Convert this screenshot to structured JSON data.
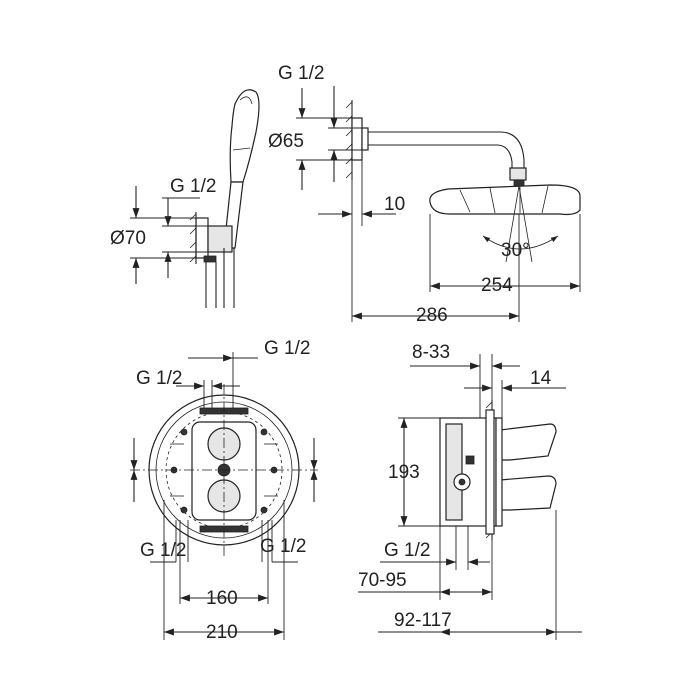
{
  "drawing": {
    "top_right": {
      "thread_label": "G 1/2",
      "diameter_label": "Ø65",
      "depth_label": "10",
      "angle_label": "30°",
      "head_width_label": "254",
      "arm_length_label": "286"
    },
    "top_left": {
      "thread_label": "G 1/2",
      "diameter_label": "Ø70"
    },
    "bottom_left": {
      "inlet_top_right_label": "G 1/2",
      "inlet_top_left_label": "G 1/2",
      "outlet_left_label": "G 1/2",
      "outlet_right_label": "G 1/2",
      "spacing_label": "160",
      "plate_width_label": "210"
    },
    "bottom_right": {
      "depth_range_label": "8-33",
      "front_label": "14",
      "height_label": "193",
      "thread_label": "G 1/2",
      "wall_range_label": "70-95",
      "total_range_label": "92-117"
    }
  }
}
